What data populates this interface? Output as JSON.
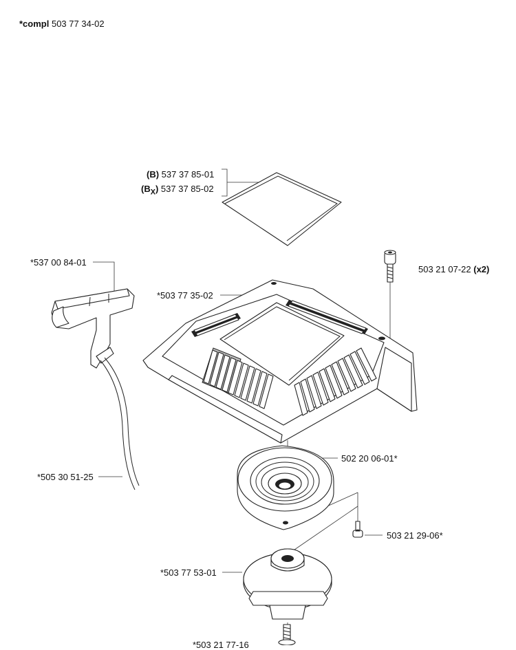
{
  "header": {
    "compl_prefix": "*compl",
    "compl_number": "503 77 34-02"
  },
  "labels": {
    "cover_plate_b": {
      "code": "(B)",
      "number": "537 37 85-01"
    },
    "cover_plate_bx": {
      "code_main": "(B",
      "code_sub": "X",
      "code_close": ")",
      "number": "537 37 85-02"
    },
    "handle": "*537 00 84-01",
    "starter_housing": "*503 77 35-02",
    "screw_top": "503 21 07-22",
    "screw_top_qty": "(x2)",
    "spring_cassette": "502 20 06-01*",
    "rope": "*505 30 51-25",
    "screw_small": "503 21 29-06*",
    "pulley": "*503 77 53-01",
    "bottom_part": "*503 21 77-16"
  }
}
